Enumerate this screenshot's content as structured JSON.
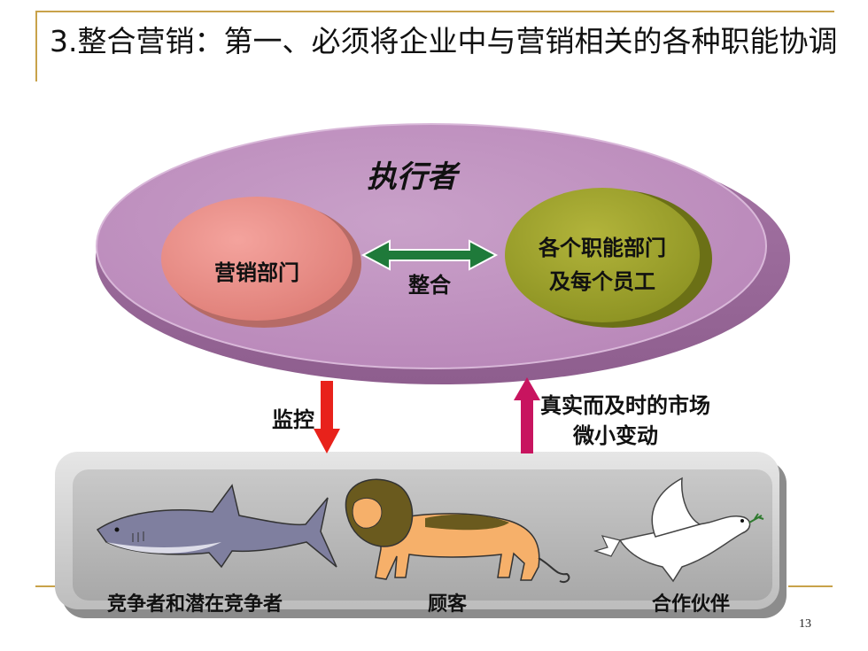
{
  "slide": {
    "title": "3.整合营销：第一、必须将企业中与营销相关的各种职能协调",
    "page_number": "13"
  },
  "executor": {
    "label": "执行者",
    "left_circle": "营销部门",
    "right_circle_line1": "各个职能部门",
    "right_circle_line2": "及每个员工",
    "link_label": "整合"
  },
  "flows": {
    "down_label": "监控",
    "up_label_line1": "真实而及时的市场",
    "up_label_line2": "微小变动"
  },
  "environment": {
    "items": [
      {
        "label": "竞争者和潜在竞争者",
        "icon": "shark-icon"
      },
      {
        "label": "顾客",
        "icon": "lion-icon"
      },
      {
        "label": "合作伙伴",
        "icon": "dove-icon"
      }
    ]
  },
  "colors": {
    "accent_line": "#c8a24a",
    "ellipse": "#c79bc7",
    "left_circle": "#e98a84",
    "right_circle": "#9aa02a",
    "link_arrow": "#1f7a3a",
    "down_arrow": "#e8221b",
    "up_arrow": "#c8145f",
    "panel": "#b9b9b9"
  }
}
